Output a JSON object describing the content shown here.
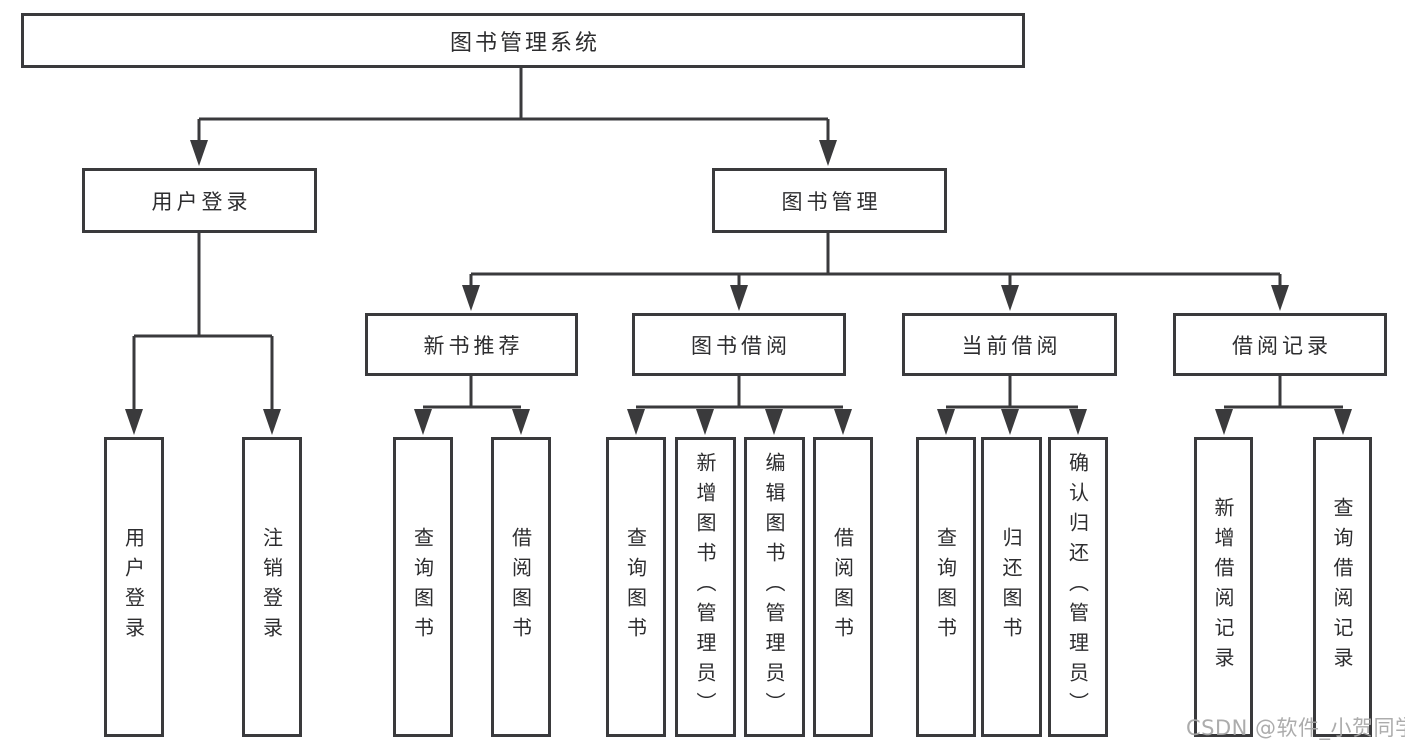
{
  "diagram": {
    "title": "图书管理系统",
    "branches": {
      "user_login": {
        "label": "用户登录",
        "children": [
          "用户登录",
          "注销登录"
        ]
      },
      "book_mgmt": {
        "label": "图书管理",
        "children": {
          "new_books": {
            "label": "新书推荐",
            "children": [
              "查询图书",
              "借阅图书"
            ]
          },
          "book_borrow": {
            "label": "图书借阅",
            "children": [
              "查询图书",
              "新增图书（管理员）",
              "编辑图书（管理员）",
              "借阅图书"
            ]
          },
          "current_borrow": {
            "label": "当前借阅",
            "children": [
              "查询图书",
              "归还图书",
              "确认归还（管理员）"
            ]
          },
          "borrow_records": {
            "label": "借阅记录",
            "children": [
              "新增借阅记录",
              "查询借阅记录"
            ]
          }
        }
      }
    }
  },
  "watermark": "CSDN @软件_小贺同学",
  "colors": {
    "line": "#3a3a3c",
    "text": "#2d2d2f",
    "watermark": "#a6a6a6",
    "background": "#ffffff"
  }
}
